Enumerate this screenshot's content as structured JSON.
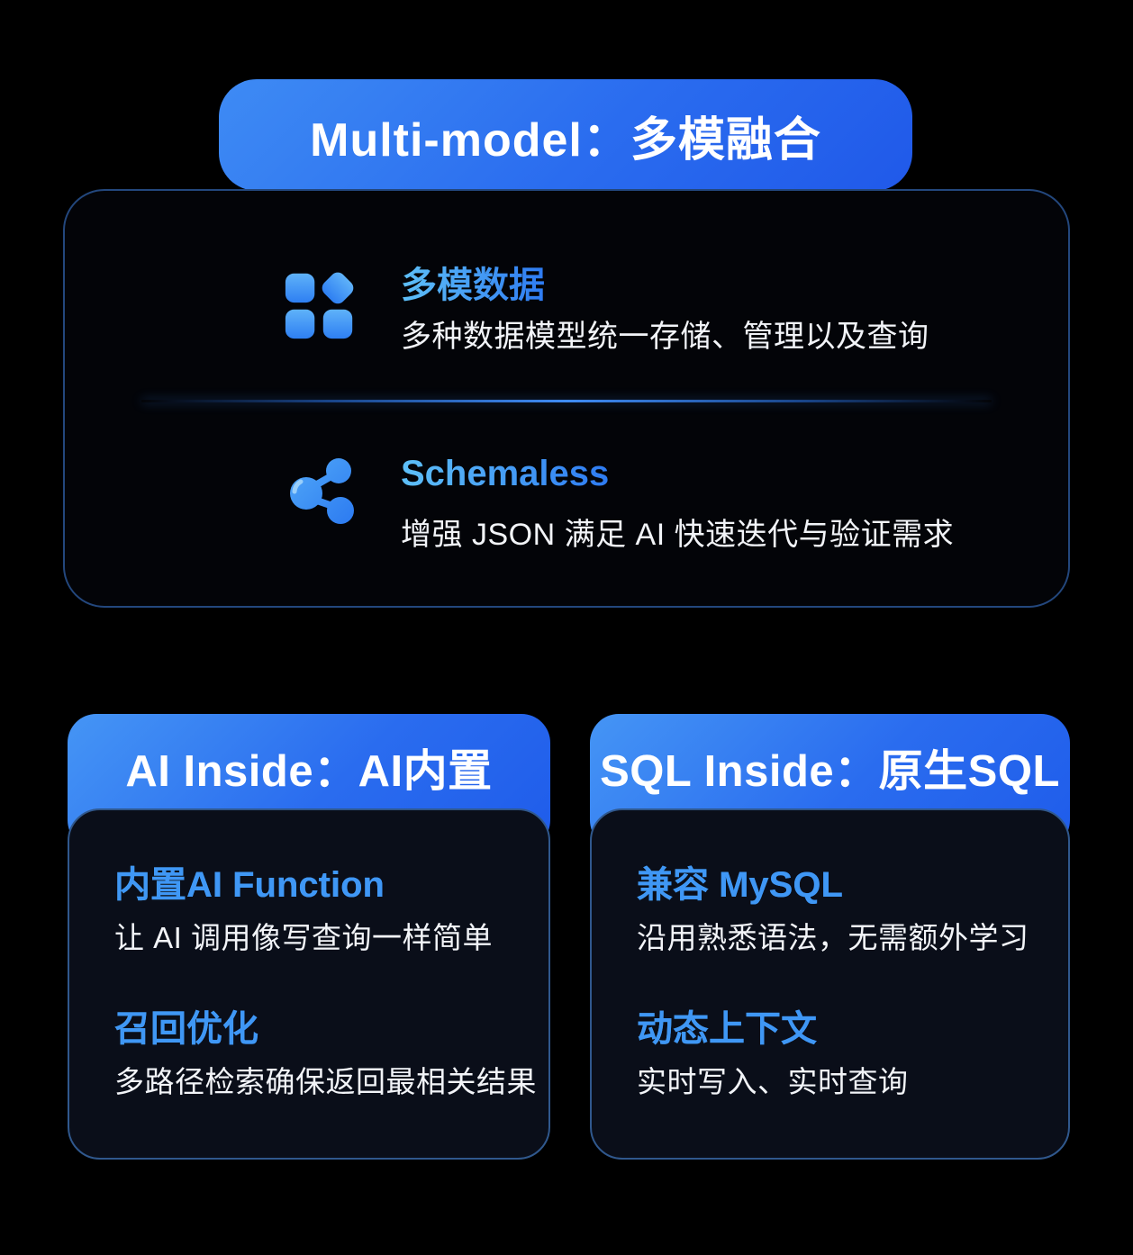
{
  "colors": {
    "background": "#000000",
    "banner_gradient_start": "#3E8BF4",
    "banner_gradient_end": "#2059E9",
    "accent_text_gradient_start": "#5EC0F8",
    "accent_text_gradient_end": "#2E7BF2",
    "card_border": "#23477D",
    "card_background": "#030408",
    "body_card_background": "#0A0E19",
    "body_card_border": "#30588D",
    "description_text": "#F2F4F8"
  },
  "top_section": {
    "banner_title": "Multi-model：多模融合",
    "features": [
      {
        "icon": "grid-modules-icon",
        "title": "多模数据",
        "desc": "多种数据模型统一存储、管理以及查询"
      },
      {
        "icon": "share-nodes-icon",
        "title": "Schemaless",
        "desc": "增强 JSON 满足 AI 快速迭代与验证需求"
      }
    ]
  },
  "bottom_cards": [
    {
      "header": "AI Inside：AI内置",
      "features": [
        {
          "title": "内置AI Function",
          "desc": "让 AI 调用像写查询一样简单"
        },
        {
          "title": "召回优化",
          "desc": "多路径检索确保返回最相关结果"
        }
      ]
    },
    {
      "header": "SQL Inside：原生SQL",
      "features": [
        {
          "title": "兼容 MySQL",
          "desc": "沿用熟悉语法，无需额外学习"
        },
        {
          "title": "动态上下文",
          "desc": "实时写入、实时查询"
        }
      ]
    }
  ]
}
